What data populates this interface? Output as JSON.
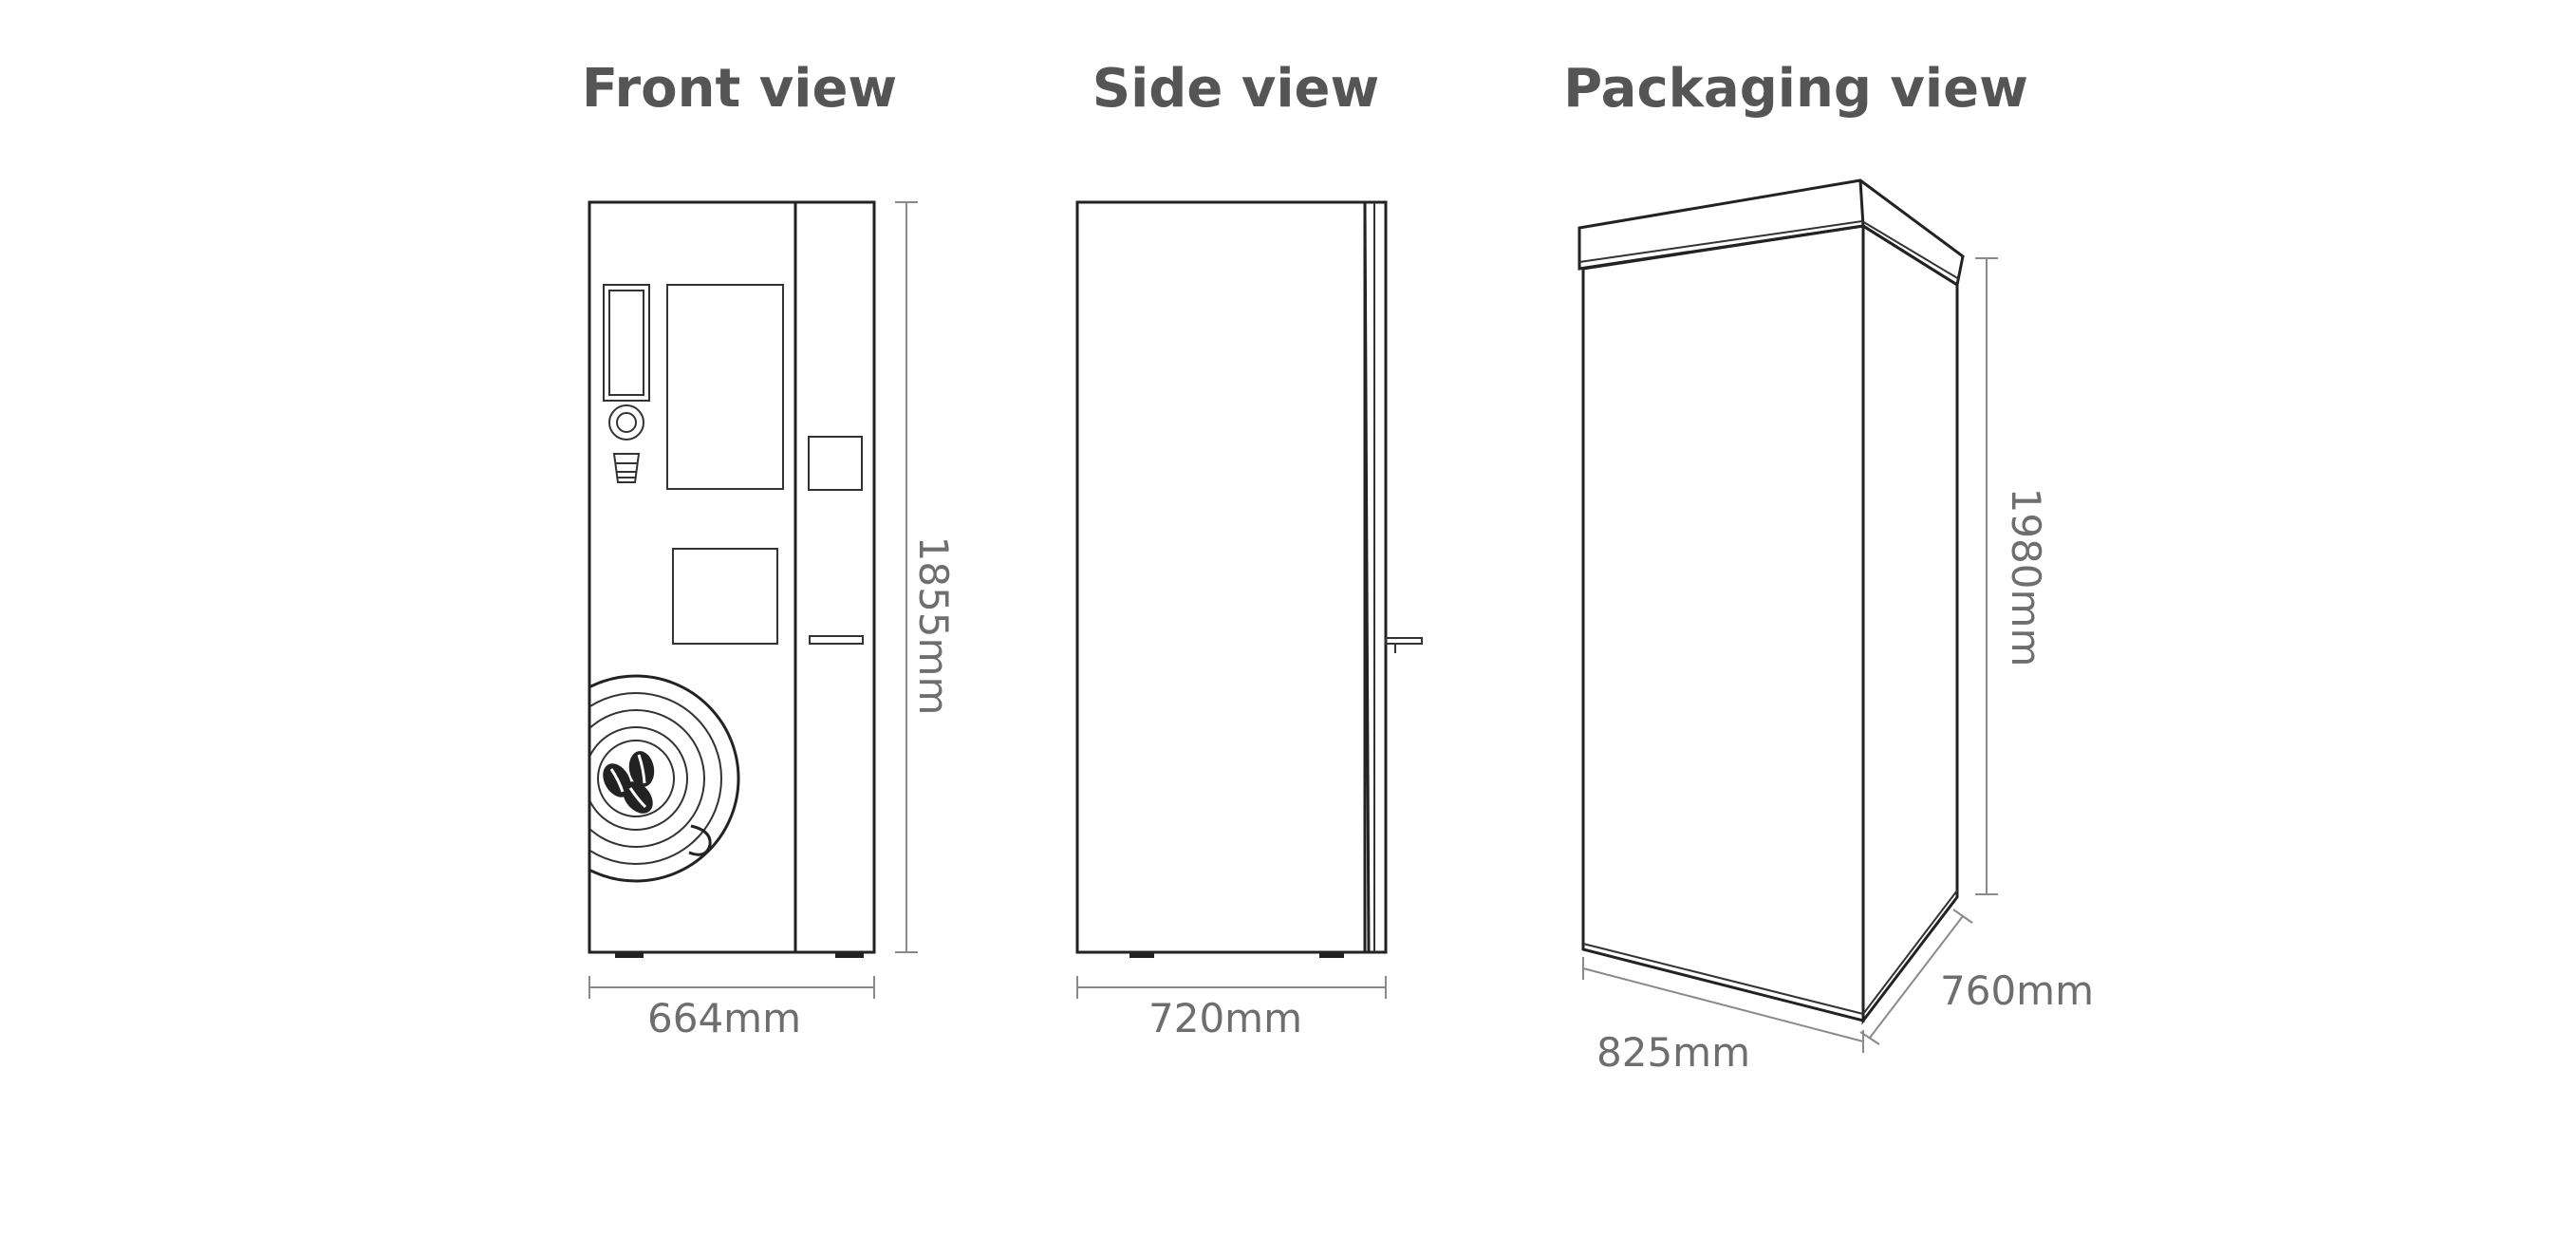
{
  "views": {
    "front": {
      "title": "Front view",
      "width_label": "664mm",
      "height_label": "1855mm"
    },
    "side": {
      "title": "Side view",
      "width_label": "720mm"
    },
    "packaging": {
      "title": "Packaging view",
      "height_label": "1980mm",
      "width_label": "825mm",
      "depth_label": "760mm"
    }
  },
  "colors": {
    "title": "#555555",
    "dimension_text": "#6e6e6e",
    "outline": "#222222",
    "dimension_line": "#8a8a8a"
  }
}
